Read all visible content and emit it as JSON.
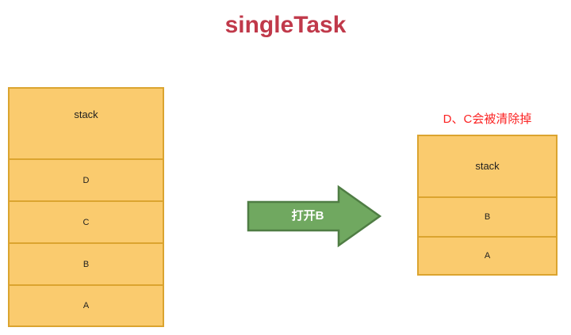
{
  "page": {
    "title": "singleTask",
    "title_color": "#c0394a",
    "background": "#ffffff"
  },
  "colors": {
    "box_fill": "#facb6e",
    "box_border": "#dba42f",
    "arrow_fill": "#70a860",
    "arrow_border": "#4f7d44",
    "annotation_red": "#fb2222",
    "cell_text": "#1f1f1f"
  },
  "left_stack": {
    "name": "before-stack",
    "cells": [
      {
        "label": "stack",
        "role": "header"
      },
      {
        "label": "D",
        "role": "activity"
      },
      {
        "label": "C",
        "role": "activity"
      },
      {
        "label": "B",
        "role": "activity"
      },
      {
        "label": "A",
        "role": "activity"
      }
    ]
  },
  "arrow": {
    "label": "打开B",
    "direction": "right"
  },
  "right_stack": {
    "name": "after-stack",
    "annotation": "D、C会被清除掉",
    "cells": [
      {
        "label": "stack",
        "role": "header"
      },
      {
        "label": "B",
        "role": "activity"
      },
      {
        "label": "A",
        "role": "activity"
      }
    ]
  }
}
